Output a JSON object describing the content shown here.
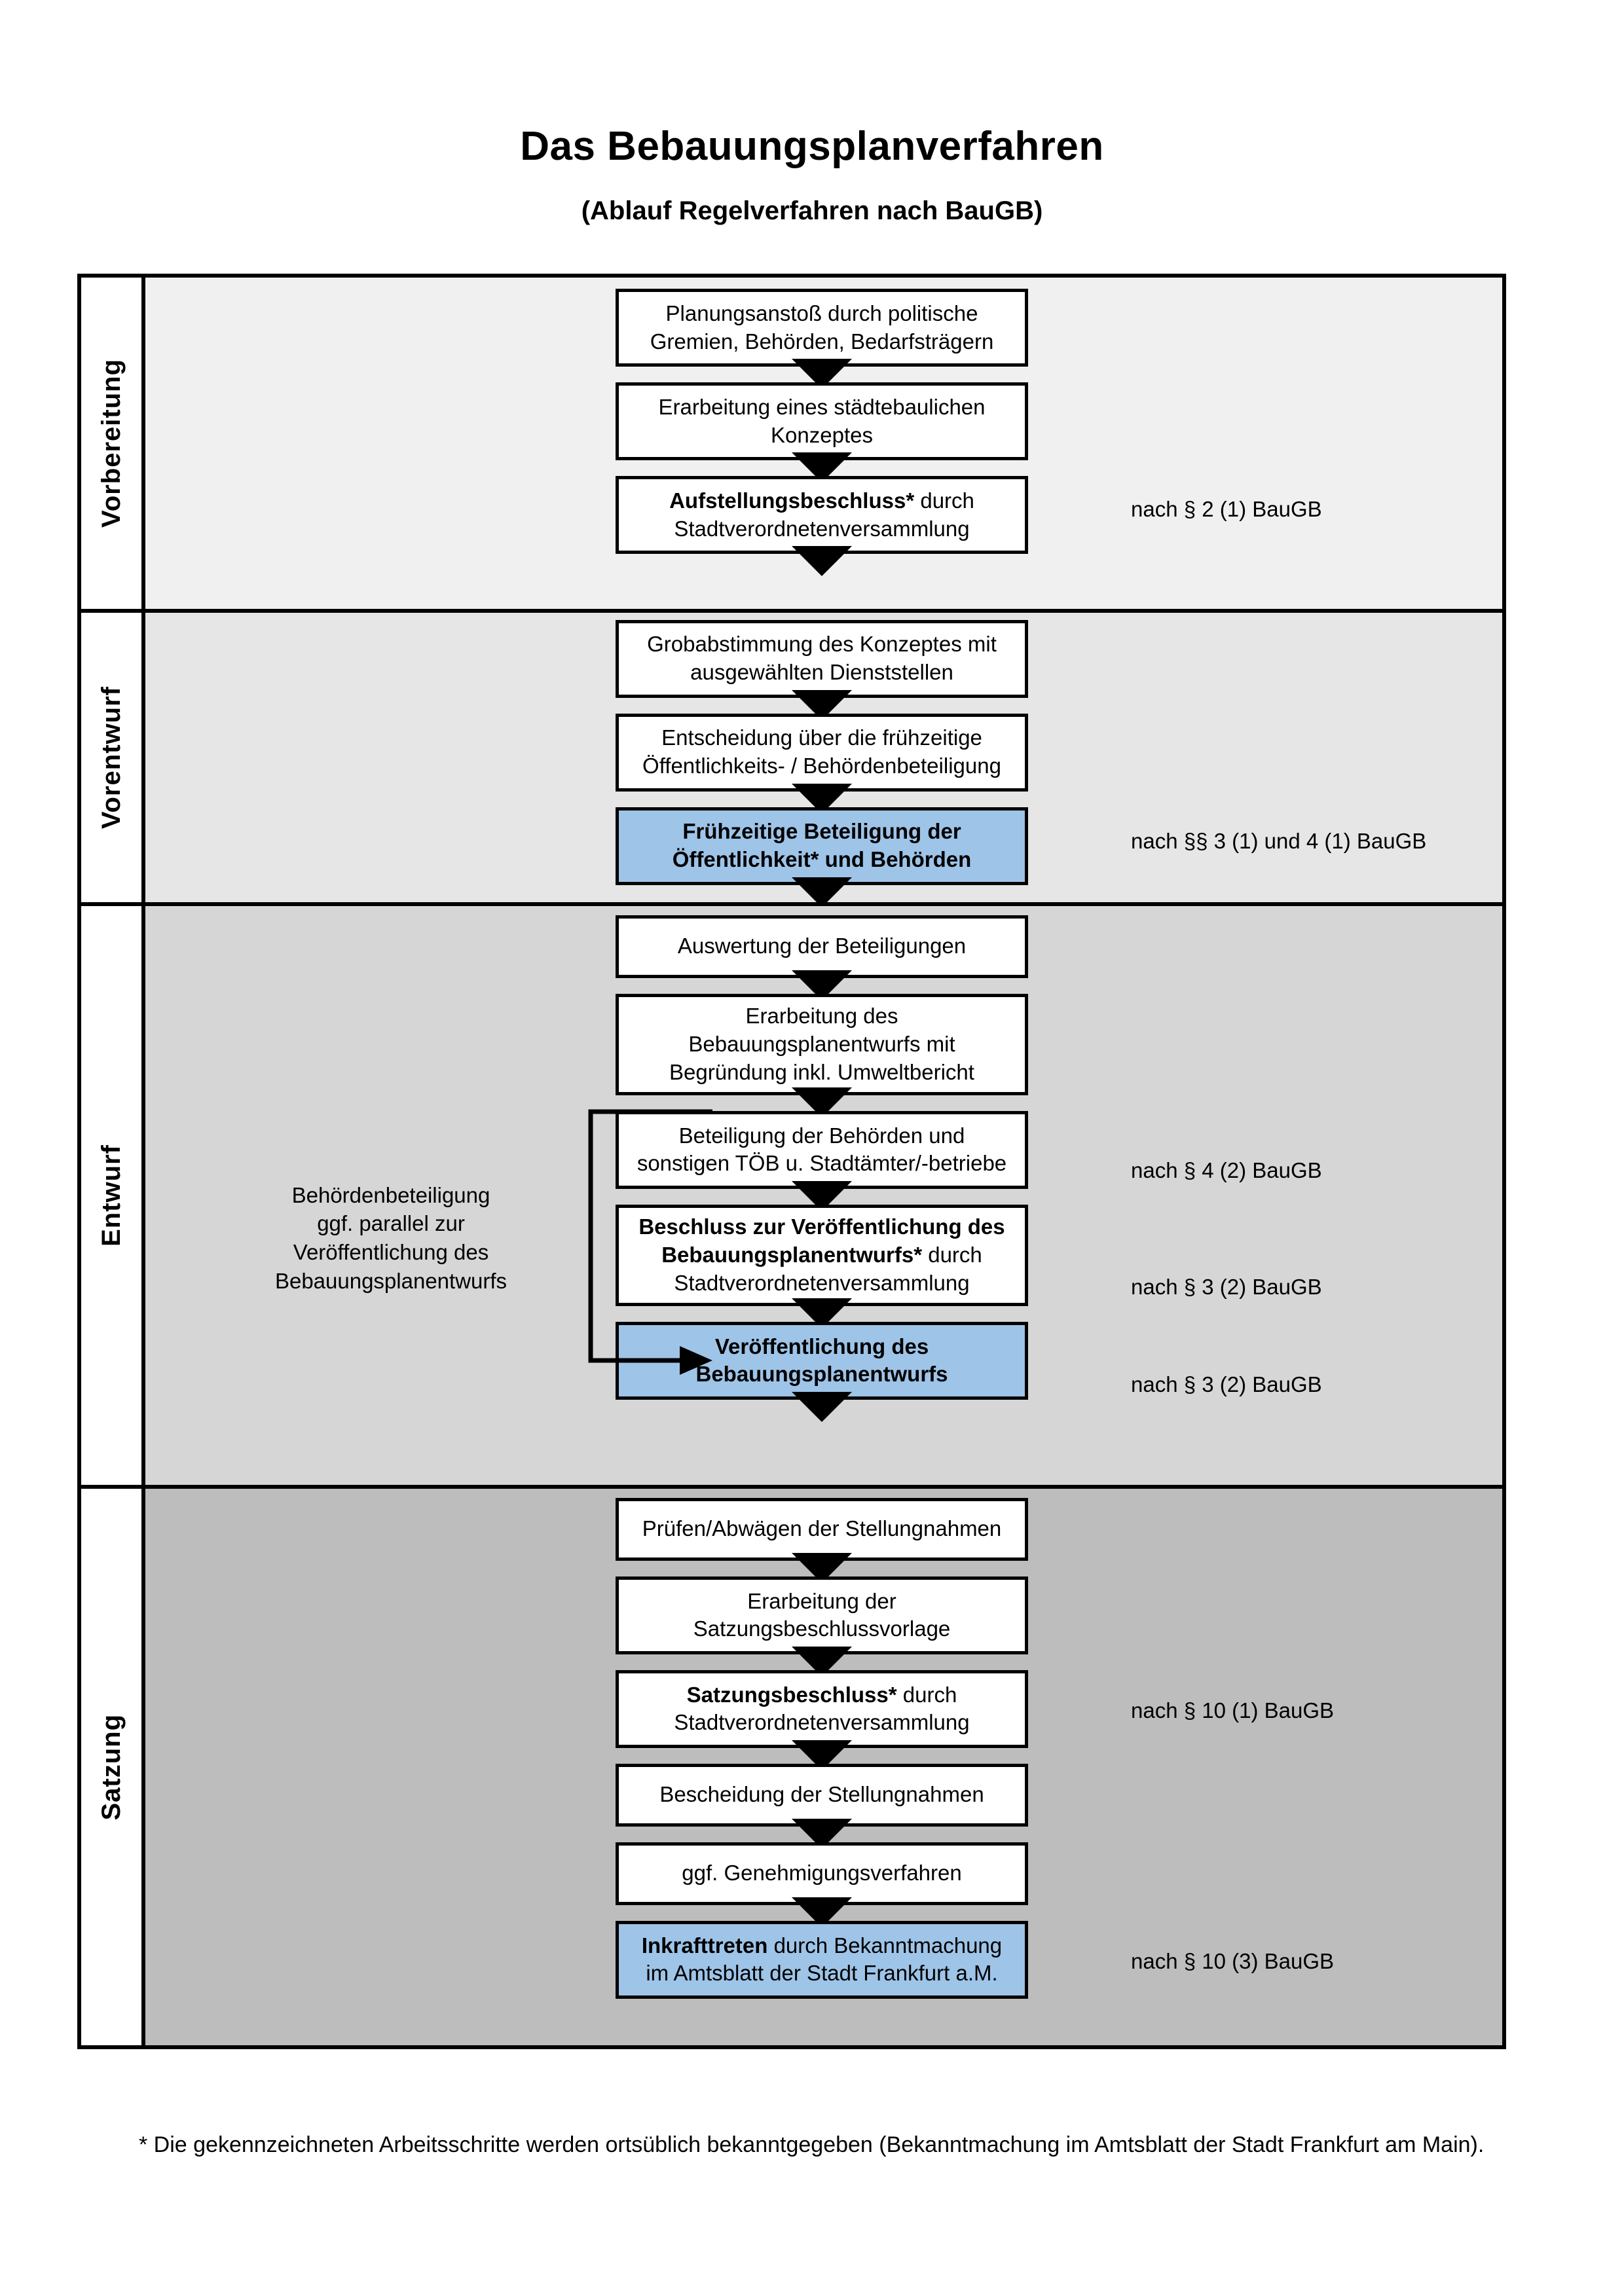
{
  "header": {
    "title": "Das Bebauungsplanverfahren",
    "subtitle": "(Ablauf Regelverfahren nach BauGB)"
  },
  "phases": [
    {
      "key": "vorbereitung",
      "label": "Vorbereitung",
      "band_color": "#f0f0f0"
    },
    {
      "key": "vorentwurf",
      "label": "Vorentwurf",
      "band_color": "#e6e6e6"
    },
    {
      "key": "entwurf",
      "label": "Entwurf",
      "band_color": "#d6d6d6"
    },
    {
      "key": "satzung",
      "label": "Satzung",
      "band_color": "#bdbdbd"
    }
  ],
  "steps": {
    "s1_l1": "Planungsanstoß durch politische",
    "s1_l2": "Gremien, Behörden, Bedarfsträgern",
    "s2_l1": "Erarbeitung eines städtebaulichen",
    "s2_l2": "Konzeptes",
    "s3_b": "Aufstellungsbeschluss*",
    "s3_rest": " durch",
    "s3_l2": "Stadtverordnetenversammlung",
    "s4_l1": "Grobabstimmung des Konzeptes mit",
    "s4_l2": "ausgewählten Dienststellen",
    "s5_l1": "Entscheidung über die frühzeitige",
    "s5_l2": "Öffentlichkeits- / Behördenbeteiligung",
    "s6_l1": "Frühzeitige Beteiligung der",
    "s6_l2": "Öffentlichkeit* und Behörden",
    "s7_l1": "Auswertung der Beteiligungen",
    "s8_l1": "Erarbeitung des",
    "s8_l2": "Bebauungsplanentwurfs mit",
    "s8_l3": "Begründung inkl. Umweltbericht",
    "s9_l1": "Beteiligung der Behörden und",
    "s9_l2": "sonstigen TÖB u. Stadtämter/-betriebe",
    "s10_b1": "Beschluss zur Veröffentlichung des",
    "s10_b2": "Bebauungsplanentwurfs*",
    "s10_rest": " durch",
    "s10_l3": "Stadtverordnetenversammlung",
    "s11_l1": "Veröffentlichung des",
    "s11_l2": "Bebauungsplanentwurfs",
    "s12_l1": "Prüfen/Abwägen der Stellungnahmen",
    "s13_l1": "Erarbeitung der",
    "s13_l2": "Satzungsbeschlussvorlage",
    "s14_b": "Satzungsbeschluss*",
    "s14_rest": " durch",
    "s14_l2": "Stadtverordnetenversammlung",
    "s15_l1": "Bescheidung der Stellungnahmen",
    "s16_l1": "ggf. Genehmigungsverfahren",
    "s17_b": "Inkrafttreten",
    "s17_rest": " durch Bekanntmachung",
    "s17_l2": "im Amtsblatt der Stadt Frankfurt a.M."
  },
  "side_note": {
    "l1": "Behördenbeteiligung",
    "l2": "ggf. parallel zur",
    "l3": "Veröffentlichung des",
    "l4": "Bebauungsplanentwurfs"
  },
  "legal_refs": {
    "r1": "nach § 2 (1) BauGB",
    "r2": "nach §§ 3 (1) und 4 (1) BauGB",
    "r3": "nach § 4 (2) BauGB",
    "r4": "nach § 3 (2) BauGB",
    "r5": "nach § 3 (2) BauGB",
    "r6": "nach § 10 (1) BauGB",
    "r7": "nach § 10 (3) BauGB"
  },
  "footnote": {
    "text": "* Die gekennzeichneten Arbeitsschritte werden ortsüblich bekanntgegeben (Bekanntmachung im Amtsblatt  der Stadt Frankfurt am Main)."
  },
  "colors": {
    "highlight_blue": "#9ec4e8",
    "border_black": "#000000"
  }
}
